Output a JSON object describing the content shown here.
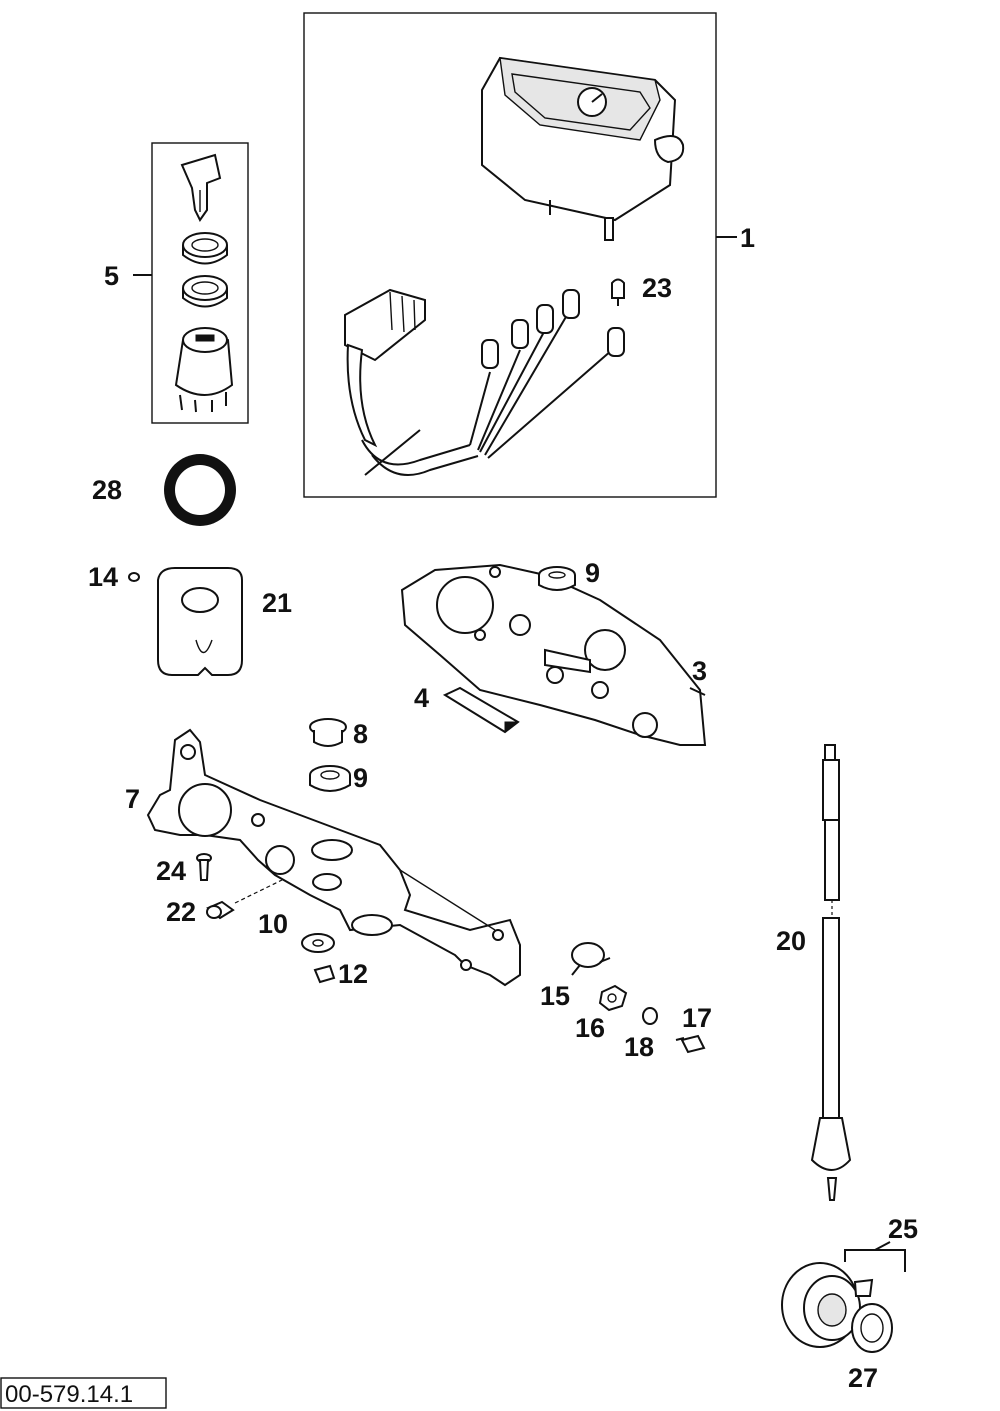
{
  "diagram_code": "00-579.14.1",
  "callouts": [
    {
      "id": "1",
      "label": "1"
    },
    {
      "id": "3",
      "label": "3"
    },
    {
      "id": "4",
      "label": "4"
    },
    {
      "id": "5",
      "label": "5"
    },
    {
      "id": "7",
      "label": "7"
    },
    {
      "id": "8",
      "label": "8"
    },
    {
      "id": "9a",
      "label": "9"
    },
    {
      "id": "9b",
      "label": "9"
    },
    {
      "id": "10",
      "label": "10"
    },
    {
      "id": "12",
      "label": "12"
    },
    {
      "id": "14",
      "label": "14"
    },
    {
      "id": "15",
      "label": "15"
    },
    {
      "id": "16",
      "label": "16"
    },
    {
      "id": "17",
      "label": "17"
    },
    {
      "id": "18",
      "label": "18"
    },
    {
      "id": "20",
      "label": "20"
    },
    {
      "id": "21",
      "label": "21"
    },
    {
      "id": "22",
      "label": "22"
    },
    {
      "id": "23",
      "label": "23"
    },
    {
      "id": "24",
      "label": "24"
    },
    {
      "id": "25",
      "label": "25"
    },
    {
      "id": "27",
      "label": "27"
    },
    {
      "id": "28",
      "label": "28"
    }
  ]
}
